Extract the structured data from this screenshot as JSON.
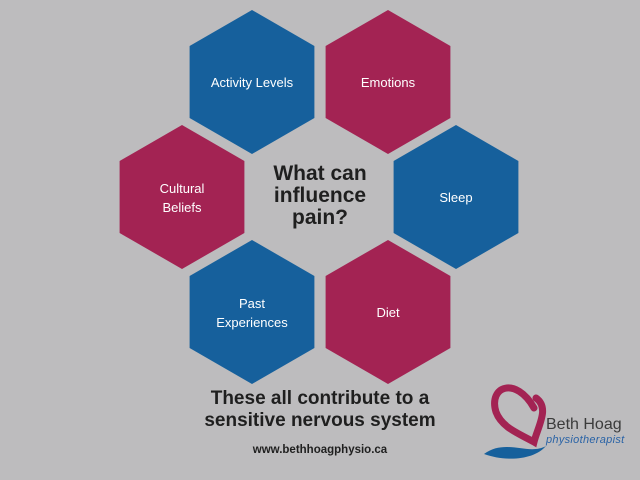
{
  "center_question": [
    "What can",
    "influence",
    "pain?"
  ],
  "factors": [
    {
      "label": "Activity Levels",
      "color": "#16609c"
    },
    {
      "label": "Emotions",
      "color": "#a32353"
    },
    {
      "label": "Cultural Beliefs",
      "color": "#a32353"
    },
    {
      "label": "Sleep",
      "color": "#16609c"
    },
    {
      "label": "Past Experiences",
      "color": "#16609c"
    },
    {
      "label": "Diet",
      "color": "#a32353"
    }
  ],
  "footer": [
    "These all contribute to a",
    "sensitive nervous system"
  ],
  "website": "www.bethhoagphysio.ca",
  "logo": {
    "name": "Beth Hoag",
    "title": "physiotherapist",
    "accent_colors": [
      "#a32353",
      "#16609c"
    ]
  }
}
